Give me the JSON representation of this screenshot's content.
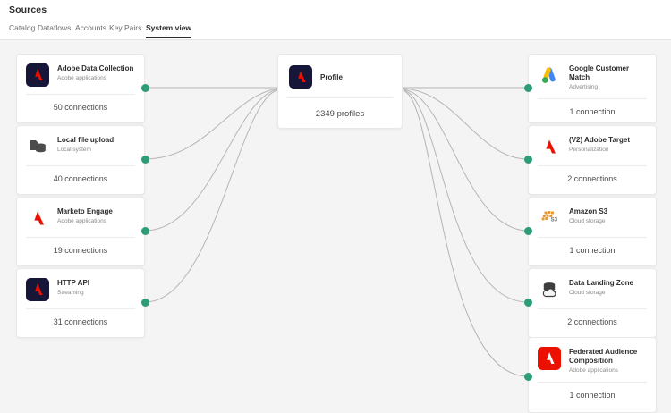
{
  "header": {
    "title": "Sources"
  },
  "tabs": [
    {
      "label": "Catalog",
      "active": false
    },
    {
      "label": "Dataflows",
      "active": false
    },
    {
      "label": "Accounts",
      "active": false
    },
    {
      "label": "Key Pairs",
      "active": false
    },
    {
      "label": "System view",
      "active": true
    }
  ],
  "colors": {
    "background": "#f4f4f4",
    "card": "#ffffff",
    "port": "#2d9d78",
    "edge": "#b5b5b5",
    "accent_adobe_red": "#eb1000",
    "accent_adobe_navy": "#161638",
    "accent_aws_orange": "#e8962e",
    "text_primary": "#2c2c2c",
    "text_secondary": "#8a8a8a"
  },
  "sources": [
    {
      "title": "Adobe Data Collection",
      "subtitle": "Adobe applications",
      "connections": "50 connections",
      "icon": "adobe-dark-icon"
    },
    {
      "title": "Local file upload",
      "subtitle": "Local system",
      "connections": "40 connections",
      "icon": "local-file-upload-icon"
    },
    {
      "title": "Marketo Engage",
      "subtitle": "Adobe applications",
      "connections": "19 connections",
      "icon": "adobe-red-icon"
    },
    {
      "title": "HTTP API",
      "subtitle": "Streaming",
      "connections": "31 connections",
      "icon": "adobe-dark-icon"
    }
  ],
  "center": {
    "title": "Profile",
    "count": "2349 profiles",
    "icon": "adobe-dark-icon"
  },
  "destinations": [
    {
      "title": "Google Customer Match",
      "subtitle": "Advertising",
      "connections": "1 connection",
      "icon": "google-ads-icon"
    },
    {
      "title": "(V2) Adobe Target",
      "subtitle": "Personalization",
      "connections": "2 connections",
      "icon": "adobe-red-icon"
    },
    {
      "title": "Amazon S3",
      "subtitle": "Cloud storage",
      "connections": "1 connection",
      "icon": "amazon-s3-icon"
    },
    {
      "title": "Data Landing Zone",
      "subtitle": "Cloud storage",
      "connections": "2 connections",
      "icon": "data-landing-zone-icon"
    },
    {
      "title": "Federated Audience Composition",
      "subtitle": "Adobe applications",
      "connections": "1 connection",
      "icon": "adobe-red-square-icon"
    }
  ]
}
